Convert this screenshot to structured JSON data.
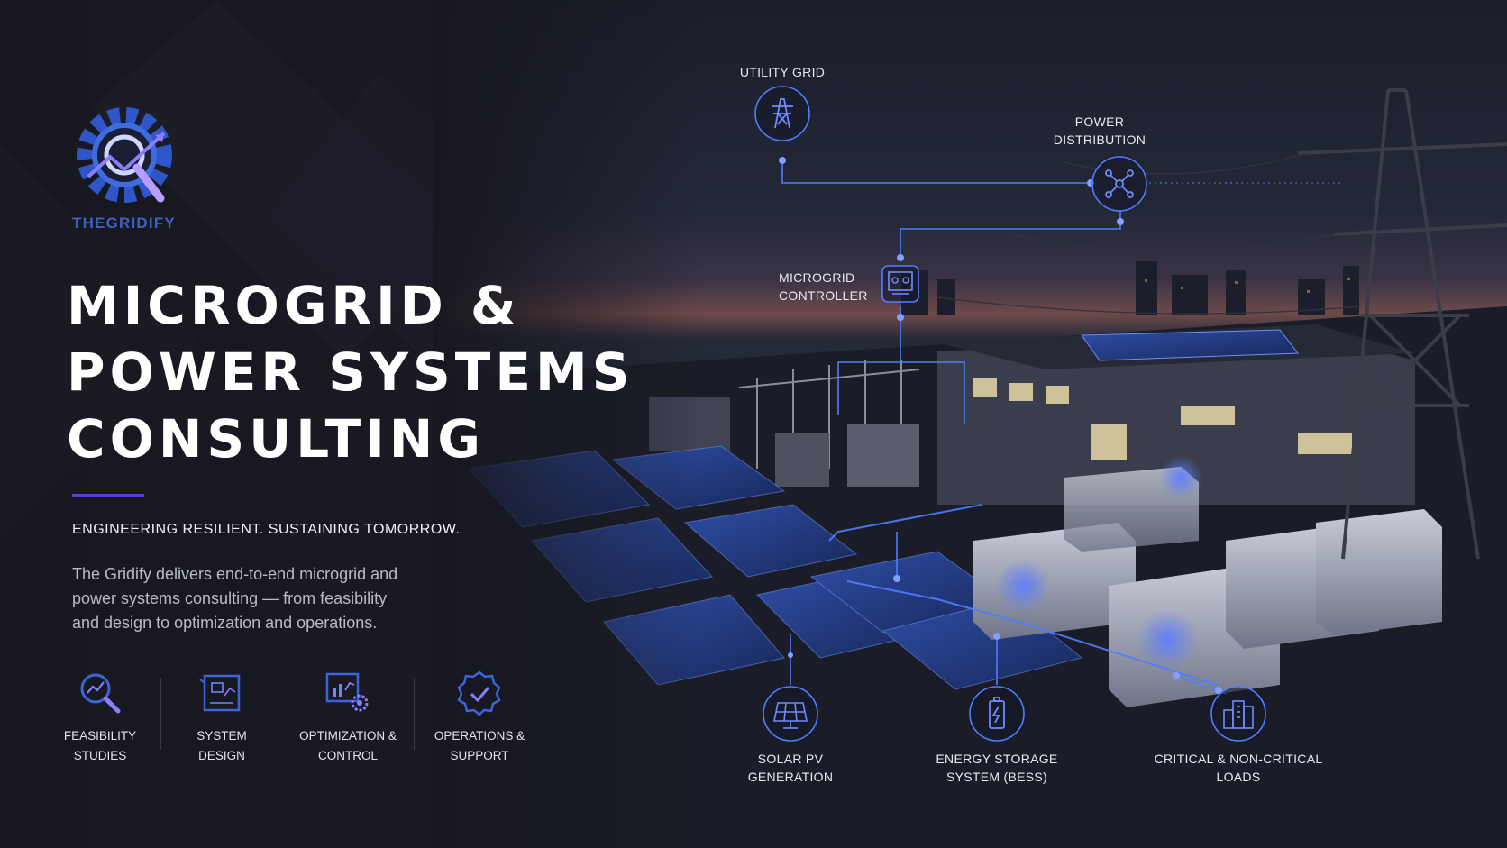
{
  "brand": {
    "name": "THEGRIDIFY"
  },
  "hero": {
    "title_line1": "MICROGRID &",
    "title_line2": "POWER SYSTEMS",
    "title_line3": "CONSULTING",
    "tagline": "ENGINEERING RESILIENT. SUSTAINING TOMORROW.",
    "description_line1": "The Gridify delivers end-to-end microgrid and",
    "description_line2": "power systems consulting — from feasibility",
    "description_line3": "and design to optimization and operations."
  },
  "services": [
    {
      "line1": "FEASIBILITY",
      "line2": "STUDIES",
      "icon": "magnifier-chart-icon"
    },
    {
      "line1": "SYSTEM",
      "line2": "DESIGN",
      "icon": "blueprint-icon"
    },
    {
      "line1": "OPTIMIZATION &",
      "line2": "CONTROL",
      "icon": "dashboard-gear-icon"
    },
    {
      "line1": "OPERATIONS &",
      "line2": "SUPPORT",
      "icon": "check-badge-icon"
    }
  ],
  "diagram": {
    "utility_grid": {
      "line1": "UTILITY GRID",
      "icon": "transmission-tower-icon"
    },
    "power_distribution": {
      "line1": "POWER",
      "line2": "DISTRIBUTION",
      "icon": "network-hub-icon"
    },
    "microgrid_controller": {
      "line1": "MICROGRID",
      "line2": "CONTROLLER",
      "icon": "controller-panel-icon"
    },
    "solar_pv": {
      "line1": "SOLAR PV",
      "line2": "GENERATION",
      "icon": "solar-panel-icon"
    },
    "bess": {
      "line1": "ENERGY STORAGE",
      "line2": "SYSTEM (BESS)",
      "icon": "battery-icon"
    },
    "loads": {
      "line1": "CRITICAL & NON-CRITICAL",
      "line2": "LOADS",
      "icon": "buildings-icon"
    }
  },
  "colors": {
    "accent_blue": "#4f7dff",
    "accent_purple": "#5a3fd6",
    "brand_blue": "#3f5fc4",
    "background": "#17171f"
  }
}
